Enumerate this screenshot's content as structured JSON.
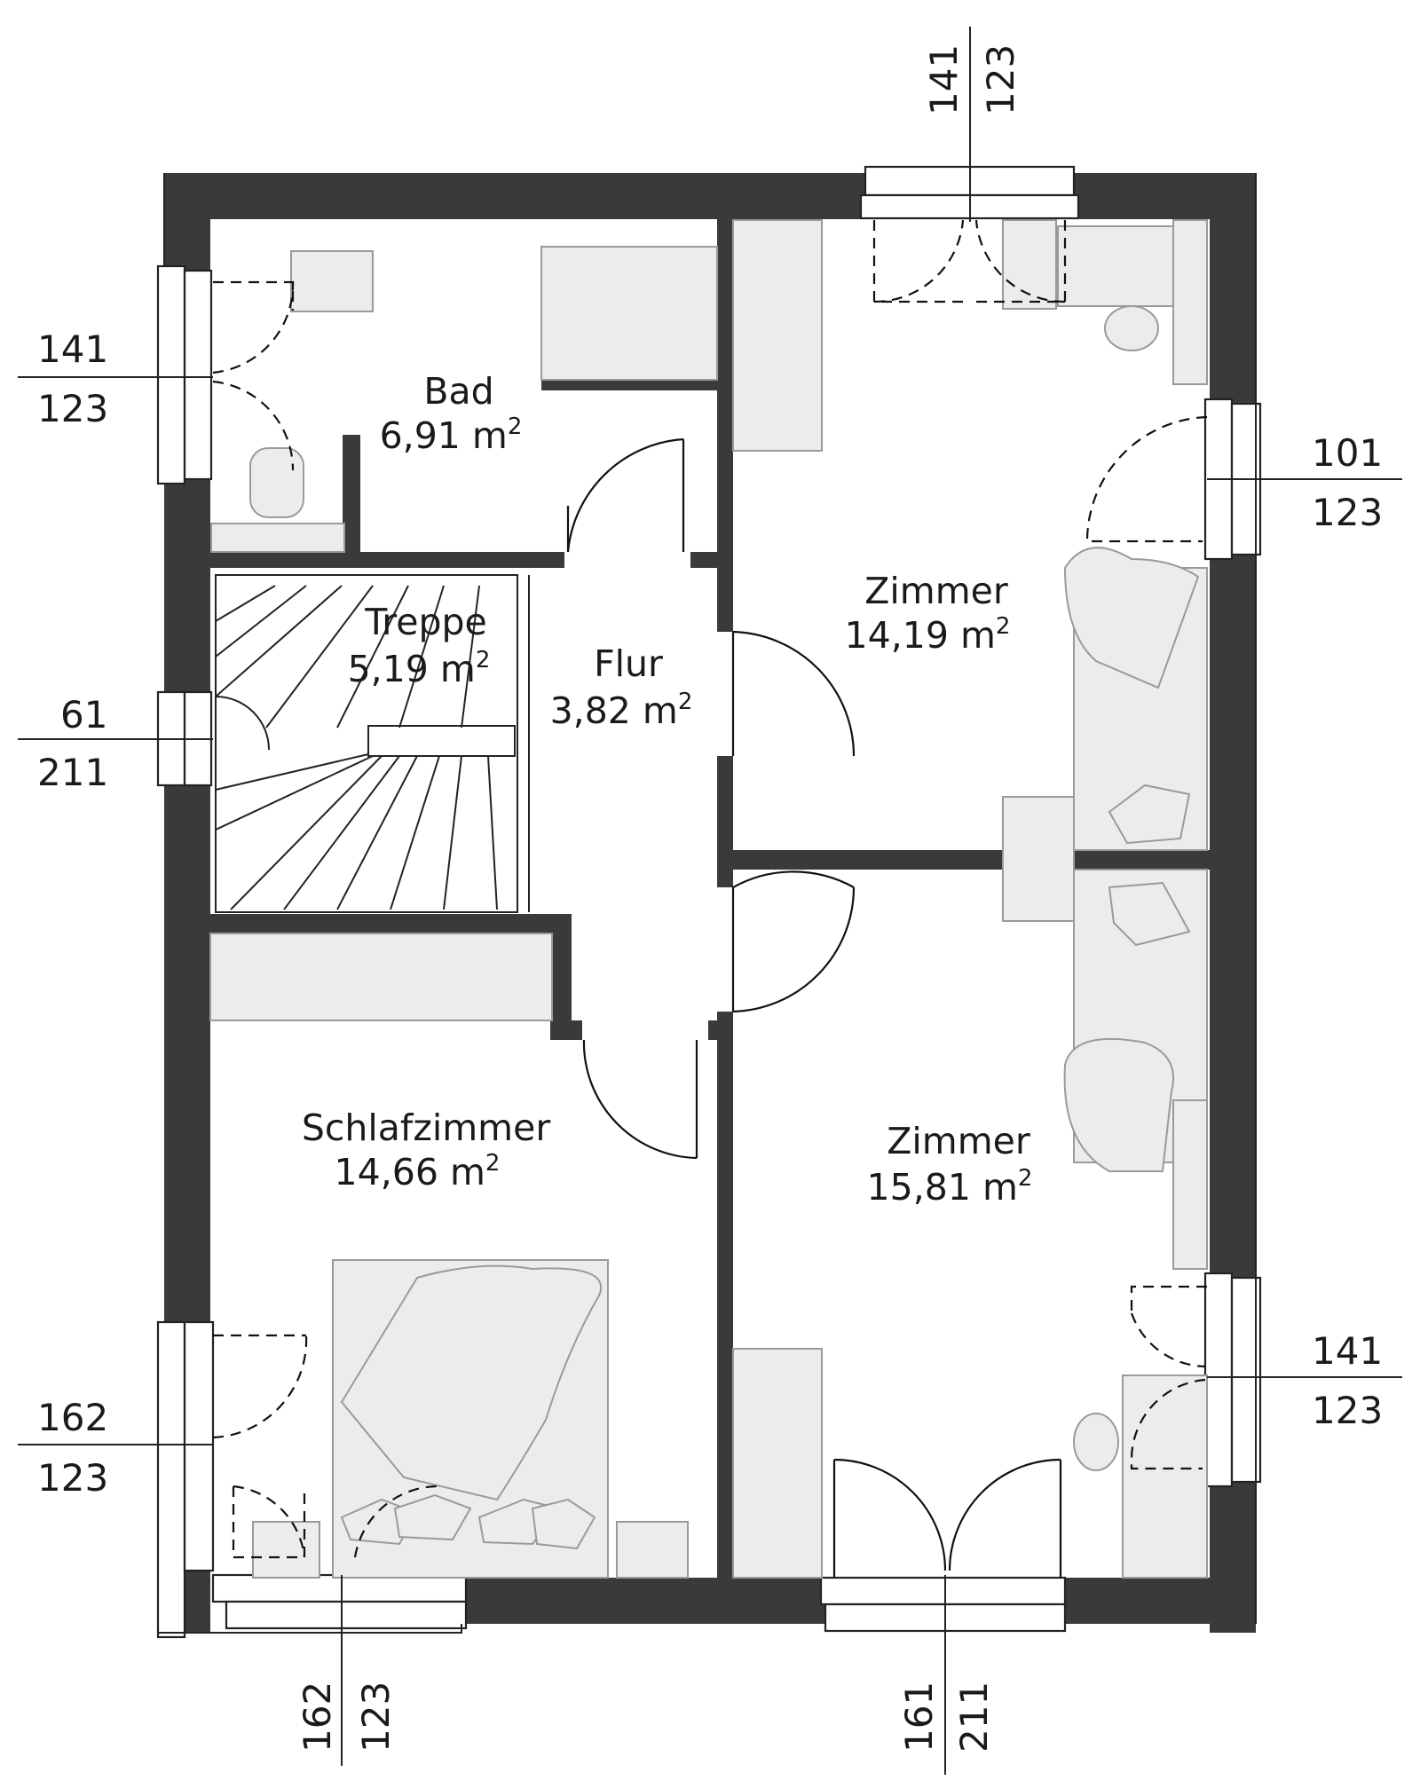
{
  "rooms": {
    "bad": {
      "name": "Bad",
      "area": "6,91 m",
      "sup": "2"
    },
    "treppe": {
      "name": "Treppe",
      "area": "5,19 m",
      "sup": "2"
    },
    "flur": {
      "name": "Flur",
      "area": "3,82 m",
      "sup": "2"
    },
    "zimmer_top": {
      "name": "Zimmer",
      "area": "14,19 m",
      "sup": "2"
    },
    "schlafzimmer": {
      "name": "Schlafzimmer",
      "area": "14,66 m",
      "sup": "2"
    },
    "zimmer_bottom": {
      "name": "Zimmer",
      "area": "15,81 m",
      "sup": "2"
    }
  },
  "windows": {
    "top_center": {
      "width": "141",
      "height": "123"
    },
    "left_top": {
      "width": "141",
      "height": "123"
    },
    "left_mid": {
      "width": "61",
      "height": "211"
    },
    "left_bottom": {
      "width": "162",
      "height": "123"
    },
    "right_top": {
      "width": "101",
      "height": "123"
    },
    "right_bottom": {
      "width": "141",
      "height": "123"
    },
    "bottom_left": {
      "width": "162",
      "height": "123"
    },
    "bottom_right": {
      "width": "161",
      "height": "211"
    }
  },
  "colors": {
    "wall": "#3a3a3d",
    "furniture": "#ececec"
  }
}
